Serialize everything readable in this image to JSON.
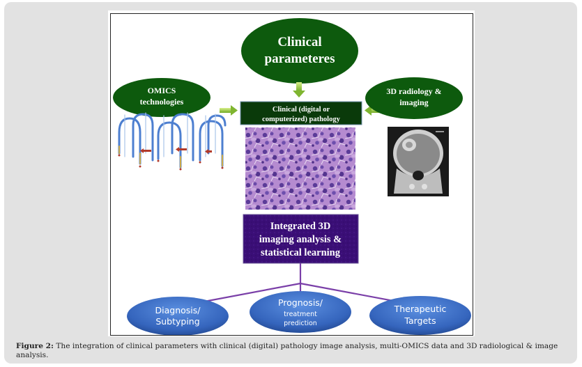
{
  "figure": {
    "nodes": {
      "clinical_parameters": {
        "line1": "Clinical",
        "line2": "parameteres"
      },
      "omics": {
        "line1": "OMICS",
        "line2": "technologies"
      },
      "radiology": {
        "line1": "3D radiology &",
        "line2": "imaging"
      },
      "pathology": {
        "line1": "Clinical (digital or",
        "line2": "computerized) pathology"
      },
      "integrated": {
        "line1": "Integrated 3D",
        "line2": "imaging analysis &",
        "line3": "statistical learning"
      },
      "diagnosis": {
        "line1": "Diagnosis/",
        "line2": "Subtyping"
      },
      "prognosis": {
        "line1": "Prognosis/",
        "line2": "treatment",
        "line3": "prediction"
      },
      "therapeutic": {
        "line1": "Therapeutic",
        "line2": "Targets"
      }
    },
    "images": {
      "omics": "microarray-hairpin-illustration",
      "histology": "histopathology-micrograph",
      "mri": "brain-mri-coronal-scan"
    },
    "colors": {
      "dark_green": "#0d5a0d",
      "pathology_box": "#0a3a0a",
      "arrow_green": "#9ccc3c",
      "purple_box": "#3b0f78",
      "purple_arrow": "#7a3fa8",
      "blue_ellipse": "#3b6fc4"
    }
  },
  "caption": {
    "label": "Figure 2:",
    "text": " The integration of clinical parameters with clinical (digital) pathology image analysis, multi-OMICS data and 3D radiological & image analysis."
  }
}
